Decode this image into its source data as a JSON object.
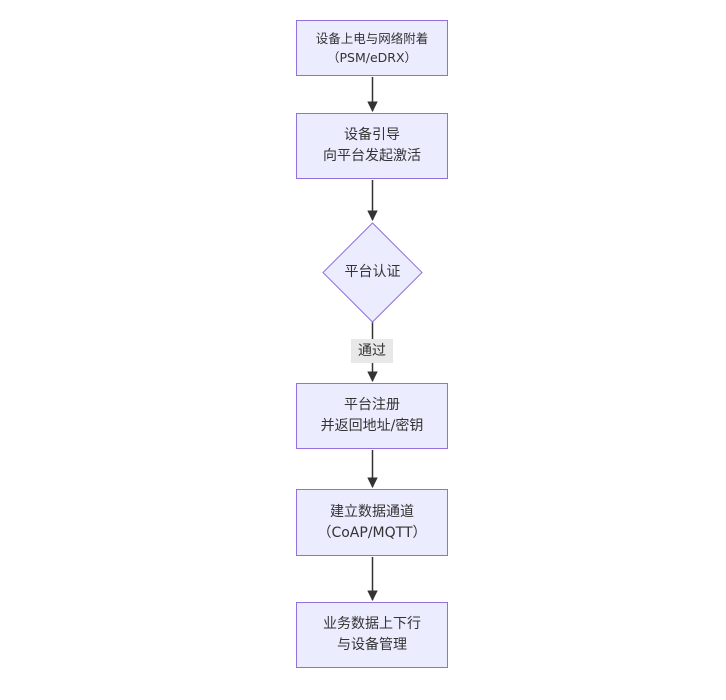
{
  "theme": {
    "canvas_bg": "#ffffff",
    "node_fill": "#ECECFF",
    "node_border": "#9370DB",
    "edge_color": "#333333",
    "text_color": "#333333",
    "edge_label_bg": "#e8e8e8"
  },
  "flowchart": {
    "type": "flowchart-top-down",
    "nodes": [
      {
        "id": "attach",
        "shape": "rect",
        "lines": [
          "设备上电与网络附着",
          "（PSM/eDRX）"
        ]
      },
      {
        "id": "bootstrap",
        "shape": "rect",
        "lines": [
          "设备引导",
          "向平台发起激活"
        ]
      },
      {
        "id": "auth",
        "shape": "diamond",
        "lines": [
          "平台认证"
        ]
      },
      {
        "id": "register",
        "shape": "rect",
        "lines": [
          "平台注册",
          "并返回地址/密钥"
        ]
      },
      {
        "id": "channel",
        "shape": "rect",
        "lines": [
          "建立数据通道",
          "（CoAP/MQTT）"
        ]
      },
      {
        "id": "business",
        "shape": "rect",
        "lines": [
          "业务数据上下行",
          "与设备管理"
        ]
      }
    ],
    "edges": [
      {
        "from": "attach",
        "to": "bootstrap",
        "label": ""
      },
      {
        "from": "bootstrap",
        "to": "auth",
        "label": ""
      },
      {
        "from": "auth",
        "to": "register",
        "label": "通过"
      },
      {
        "from": "register",
        "to": "channel",
        "label": ""
      },
      {
        "from": "channel",
        "to": "business",
        "label": ""
      }
    ]
  }
}
